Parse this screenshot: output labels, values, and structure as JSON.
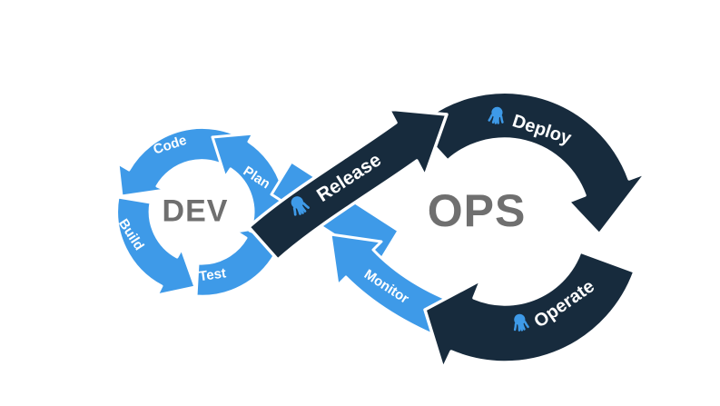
{
  "colors": {
    "blue": "#3E9AE8",
    "navy": "#172B3D",
    "gray": "#6F6F6F",
    "white_outline": "#FFFFFF",
    "label": "#FFFFFF",
    "octopus_blue": "#3E9AE8"
  },
  "dev_loop": {
    "center_label": "DEV",
    "steps": {
      "code": "Code",
      "plan": "Plan",
      "build": "Build",
      "test": "Test"
    }
  },
  "ops_loop": {
    "center_label": "OPS",
    "steps": {
      "deploy": "Deploy",
      "operate": "Operate"
    }
  },
  "crossover": {
    "release": "Release",
    "monitor": "Monitor"
  }
}
